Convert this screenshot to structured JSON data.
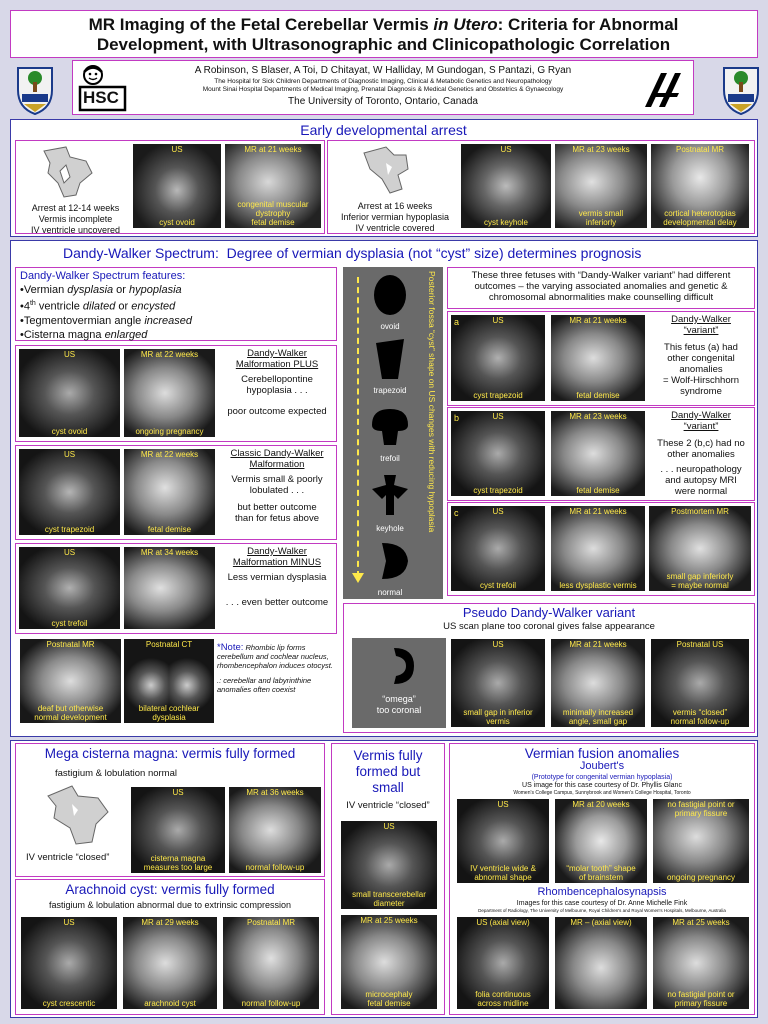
{
  "header": {
    "title_l1": "MR Imaging of the Fetal Cerebellar Vermis ",
    "title_l1_em": "in Utero",
    "title_l1_rest": ":  Criteria for Abnormal",
    "title_l2": "Development, with Ultrasonographic and Clinicopathologic Correlation",
    "authors": "A Robinson, S Blaser, A Toi, D Chitayat, W Halliday, M Gundogan, S Pantazi, G Ryan",
    "affil1": "The Hospital for Sick Children Departments of Diagnostic Imaging, Clinical & Metabolic Genetics and Neuropathology",
    "affil2": "Mount Sinai Hospital Departments of Medical Imaging, Prenatal Diagnosis & Medical Genetics and Obstetrics & Gynaecology",
    "university": "The University of Toronto, Ontario, Canada",
    "hsc_logo": "HSC"
  },
  "early": {
    "title": "Early developmental arrest",
    "a_text1": "Arrest at 12-14 weeks",
    "a_text2": "Vermis incomplete",
    "a_text3": "IV ventricle uncovered",
    "a_us": "US",
    "a_us_cap": "cyst ovoid",
    "a_mr": "MR at 21 weeks",
    "a_mr_cap1": "congenital muscular",
    "a_mr_cap2": "dystrophy",
    "a_mr_cap3": "fetal demise",
    "b_text1": "Arrest at 16 weeks",
    "b_text2": "Inferior vermian hypoplasia",
    "b_text3": "IV ventricle covered",
    "b_us": "US",
    "b_us_cap": "cyst keyhole",
    "b_mr": "MR at 23 weeks",
    "b_mr_cap1": "vermis small",
    "b_mr_cap2": "inferiorly",
    "b_post": "Postnatal MR",
    "b_post_cap1": "cortical heterotopias",
    "b_post_cap2": "developmental delay"
  },
  "dw": {
    "title": "Dandy-Walker Spectrum:",
    "subtitle": "Degree of vermian dysplasia (not “cyst” size) determines prognosis",
    "feat_title": "Dandy-Walker Spectrum features:",
    "f1a": "•Vermian ",
    "f1b": "dysplasia",
    "f1c": " or ",
    "f1d": "hypoplasia",
    "f2a": "•4",
    "f2sup": "th",
    "f2b": " ventricle ",
    "f2c": "dilated",
    "f2d": " or ",
    "f2e": "encysted",
    "f3a": "•Tegmentovermian angle ",
    "f3b": "increased",
    "f4a": "•Cisterna magna ",
    "f4b": "enlarged",
    "plus_us": "US",
    "plus_us_cap": "cyst ovoid",
    "plus_mr": "MR at 22 weeks",
    "plus_mr_cap": "ongoing pregnancy",
    "plus_t1": "Dandy-Walker",
    "plus_t2": "Malformation PLUS",
    "plus_d1": "Cerebellopontine",
    "plus_d2": "hypoplasia . . .",
    "plus_d3": "poor outcome expected",
    "cls_us": "US",
    "cls_us_cap": "cyst trapezoid",
    "cls_mr": "MR at 22 weeks",
    "cls_mr_cap": "fetal demise",
    "cls_t1": "Classic Dandy-Walker",
    "cls_t2": "Malformation",
    "cls_d1": "Vermis small & poorly",
    "cls_d2": "lobulated  . . .",
    "cls_d3": "but better outcome",
    "cls_d4": "than for fetus above",
    "min_us": "US",
    "min_us_cap": "cyst trefoil",
    "min_mr": "MR at 34 weeks",
    "min_t1": "Dandy-Walker",
    "min_t2": "Malformation MINUS",
    "min_d1": "Less vermian dysplasia",
    "min_d2": ". . . even better outcome",
    "pmr": "Postnatal MR",
    "pmr_cap1": "deaf but otherwise",
    "pmr_cap2": "normal development",
    "pct": "Postnatal CT",
    "pct_cap1": "bilateral cochlear",
    "pct_cap2": "dysplasia",
    "note_star": "*Note:",
    "note1": " Rhombic lip forms cerebellum and cochlear nucleus, rhombencephalon induces otocyst.",
    "note2": ".: cerebellar and labyrinthine anomalies often coexist",
    "shape_ovoid": "ovoid",
    "shape_trap": "trapezoid",
    "shape_trefoil": "trefoil",
    "shape_keyhole": "keyhole",
    "shape_normal": "normal",
    "vertical": "Posterior fossa “cyst” shape on US changes with reducing  hypoplasia",
    "r_intro1": "These three fetuses with “Dandy-Walker variant” had different",
    "r_intro2": "outcomes – the varying associated anomalies and genetic &",
    "r_intro3": "chromosomal abnormalities make counselling difficult",
    "a_lbl": "a",
    "a_us": "US",
    "a_us_cap": "cyst trapezoid",
    "a_mr": "MR at 21 weeks",
    "a_mr_cap": "fetal demise",
    "a_t1": "Dandy-Walker",
    "a_t2": "“variant”",
    "a_d1": "This fetus (a) had",
    "a_d2": "other congenital",
    "a_d3": "anomalies",
    "a_d4": "= Wolf-Hirschhorn",
    "a_d5": "syndrome",
    "b_lbl": "b",
    "b_us": "US",
    "b_us_cap": "cyst trapezoid",
    "b_mr": "MR at 23 weeks",
    "b_mr_cap": "fetal demise",
    "b_t1": "Dandy-Walker",
    "b_t2": "“variant”",
    "b_d1": "These 2 (b,c) had no",
    "b_d2": "other anomalies",
    "b_d3": ". . . neuropathology",
    "b_d4": "and autopsy MRI",
    "b_d5": "were normal",
    "c_lbl": "c",
    "c_us": "US",
    "c_us_cap": "cyst trefoil",
    "c_mr": "MR at 21 weeks",
    "c_mr_cap": "less dysplastic vermis",
    "c_pm": "Postmortem MR",
    "c_pm_cap1": "small gap inferiorly",
    "c_pm_cap2": "= maybe normal"
  },
  "pseudo": {
    "title": "Pseudo Dandy-Walker variant",
    "sub": "US scan plane too coronal gives false appearance",
    "omega1": "“omega”",
    "omega2": "too coronal",
    "us": "US",
    "us_cap1": "small gap in inferior",
    "us_cap2": "vermis",
    "mr": "MR at 21 weeks",
    "mr_cap1": "minimally increased",
    "mr_cap2": "angle, small gap",
    "pus": "Postnatal US",
    "pus_cap1": "vermis “closed”",
    "pus_cap2": "normal follow-up"
  },
  "mega": {
    "title": "Mega cisterna magna: vermis fully formed",
    "sub": "fastigium & lobulation normal",
    "iv": "IV ventricle “closed”",
    "us": "US",
    "us_cap1": "cisterna magna",
    "us_cap2": "measures too large",
    "mr": "MR at 36 weeks",
    "mr_cap": "normal follow-up"
  },
  "arach": {
    "title": "Arachnoid cyst: vermis fully formed",
    "sub": "fastigium & lobulation abnormal due to extrinsic compression",
    "us": "US",
    "us_cap": "cyst crescentic",
    "mr": "MR at 29 weeks",
    "mr_cap": "arachnoid cyst",
    "pmr": "Postnatal MR",
    "pmr_cap": "normal follow-up"
  },
  "small": {
    "t1": "Vermis fully",
    "t2": "formed but",
    "t3": "small",
    "sub": "IV ventricle “closed”",
    "us": "US",
    "us_cap1": "small transcerebellar",
    "us_cap2": "diameter",
    "mr": "MR at 25 weeks",
    "mr_cap1": "microcephaly",
    "mr_cap2": "fetal demise"
  },
  "fusion": {
    "title": "Vermian fusion anomalies",
    "joubert": "Joubert's",
    "proto": "(Prototype for congenital vermian hypoplasia)",
    "courtesy1": "US image for this case courtesy of Dr. Phyllis Glanc",
    "courtesy1b": "Women's College Campus, Sunnybrook and Women's College Hospital, Toronto",
    "j_us": "US",
    "j_us_cap1": "IV ventricle wide &",
    "j_us_cap2": "abnormal shape",
    "j_mr": "MR at 20 weeks",
    "j_mr_cap1": "“molar tooth” shape",
    "j_mr_cap2": "of brainstem",
    "j_mr2_cap1": "no fastigial point or",
    "j_mr2_cap2": "primary fissure",
    "j_mr2_cap3": "ongoing pregnancy",
    "rhomb": "Rhombencephalosynapsis",
    "courtesy2": "Images for this case courtesy of Dr. Anne Michelle Fink",
    "courtesy2b": "Department of Radiology, The University of Melbourne, Royal Children's and Royal Women's Hospitals, Melbourne, Australia",
    "r_us": "US (axial view)",
    "r_us_cap1": "folia continuous",
    "r_us_cap2": "across midline",
    "r_mr": "MR – (axial view)",
    "r_mr2": "MR at 25 weeks",
    "r_mr2_cap1": "no fastigial point or",
    "r_mr2_cap2": "primary fissure"
  },
  "colors": {
    "accent": "#1818b8",
    "box": "#c23ac2",
    "caption": "#ffe94a"
  }
}
